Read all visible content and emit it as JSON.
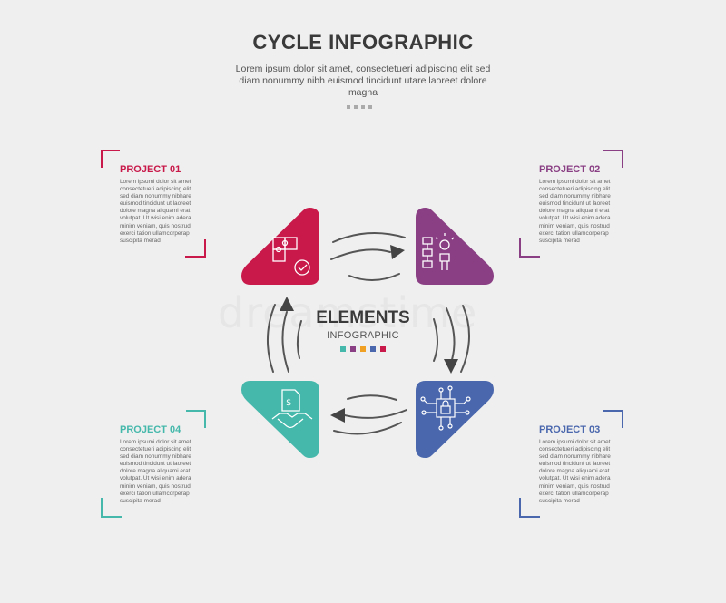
{
  "header": {
    "title": "CYCLE INFOGRAPHIC",
    "subtitle": "Lorem ipsum dolor sit amet, consectetueri adipiscing elit sed diam nonummy nibh euismod tincidunt utare laoreet dolore magna"
  },
  "center": {
    "title": "ELEMENTS",
    "subtitle": "INFOGRAPHIC"
  },
  "watermark": "dreamstime",
  "colors": {
    "project1": "#c8194a",
    "project2": "#8a3f84",
    "project3": "#4a67ad",
    "project4": "#45b8ab",
    "center_dot_orange": "#f0a022",
    "arrows": "#555555"
  },
  "projects": [
    {
      "label": "PROJECT 01",
      "icon": "puzzle-check-icon",
      "body": "Lorem ipsumi dolor sit amet\nconsectetueri adipiscing elit\nsed diam nonummy nibhare\neuismod tincidunt ut laoreet\ndolore magna aliquami erat\nvolutpat. Ut wisi enim adera\nminim veniam, quis nostrud\nexerci tation ullamcorperap\nsuscipita merad"
    },
    {
      "label": "PROJECT 02",
      "icon": "idea-flowchart-icon",
      "body": "Lorem ipsumi dolor sit amet\nconsectetueri adipiscing elit\nsed diam nonummy nibhare\neuismod tincidunt ut laoreet\ndolore magna aliquami erat\nvolutpat. Ut wisi enim adera\nminim veniam, quis nostrud\nexerci tation ullamcorperap\nsuscipita merad"
    },
    {
      "label": "PROJECT 03",
      "icon": "circuit-lock-icon",
      "body": "Lorem ipsumi dolor sit amet\nconsectetueri adipiscing elit\nsed diam nonummy nibhare\neuismod tincidunt ut laoreet\ndolore magna aliquami erat\nvolutpat. Ut wisi enim adera\nminim veniam, quis nostrud\nexerci tation ullamcorperap\nsuscipita merad"
    },
    {
      "label": "PROJECT 04",
      "icon": "handshake-contract-icon",
      "body": "Lorem ipsumi dolor sit amet\nconsectetueri adipiscing elit\nsed diam nonummy nibhare\neuismod tincidunt ut laoreet\ndolore magna aliquami erat\nvolutpat. Ut wisi enim adera\nminim veniam, quis nostrud\nexerci tation ullamcorperap\nsuscipita merad"
    }
  ]
}
